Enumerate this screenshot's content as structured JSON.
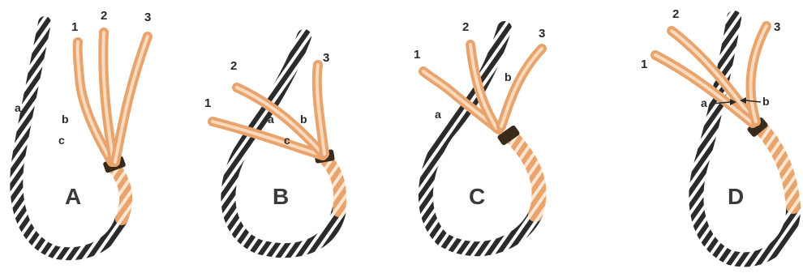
{
  "colors": {
    "dark_rope": "#2b2b2b",
    "light_rope": "#f0b27f",
    "light_rope_shade": "#d98a55",
    "highlight": "#fde7d2",
    "whipping": "#3a2a1a"
  },
  "panels": [
    {
      "letter": "A",
      "strand_labels": [
        "1",
        "2",
        "3"
      ],
      "point_labels": [
        "a",
        "b",
        "c"
      ]
    },
    {
      "letter": "B",
      "strand_labels": [
        "1",
        "2",
        "3"
      ],
      "point_labels": [
        "a",
        "b",
        "c"
      ]
    },
    {
      "letter": "C",
      "strand_labels": [
        "1",
        "2",
        "3"
      ],
      "point_labels": [
        "a",
        "b"
      ]
    },
    {
      "letter": "D",
      "strand_labels": [
        "2",
        "1",
        "3"
      ],
      "point_labels": [
        "a",
        "b"
      ]
    }
  ]
}
